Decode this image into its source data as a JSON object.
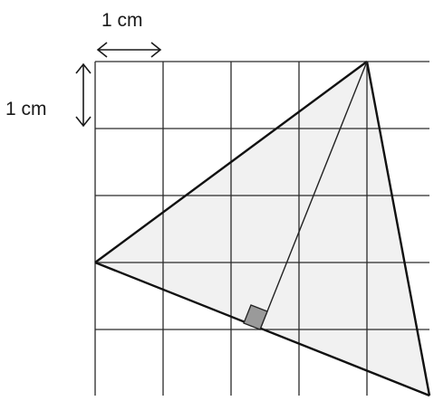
{
  "diagram": {
    "width_label": "1 cm",
    "height_label": "1 cm",
    "grid": {
      "columns": 5,
      "rows": 5,
      "cell_size_label": "1 cm"
    },
    "triangle": {
      "vertices": {
        "A": [
          0,
          2
        ],
        "B": [
          4,
          5
        ],
        "C": [
          5,
          0
        ]
      },
      "altitude_from": "B",
      "right_angle_marker": true
    },
    "colors": {
      "lines": "#1a1a1a",
      "grid": "#2a2a2a",
      "shading": "#d9d9d9"
    }
  }
}
